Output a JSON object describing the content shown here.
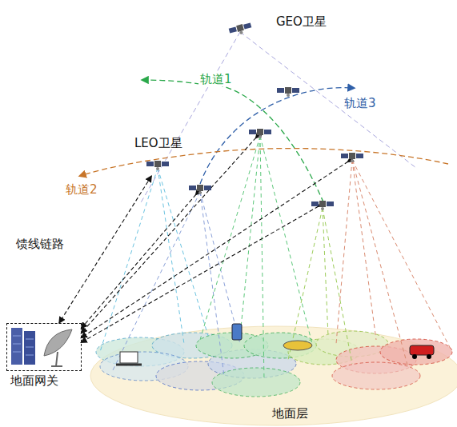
{
  "diagram": {
    "nodes": [
      {
        "text": [
          "GEO卫星"
        ]
      },
      {
        "text": [
          "LEO卫星"
        ]
      },
      {
        "text": [
          "地面网关"
        ]
      },
      {
        "text": [
          "地面层"
        ]
      }
    ],
    "edges": [
      {
        "from": 1,
        "to": 2,
        "arrow": "both"
      }
    ],
    "labels": [
      "轨道1",
      "轨道3",
      "轨道2",
      "馈线链路"
    ]
  }
}
